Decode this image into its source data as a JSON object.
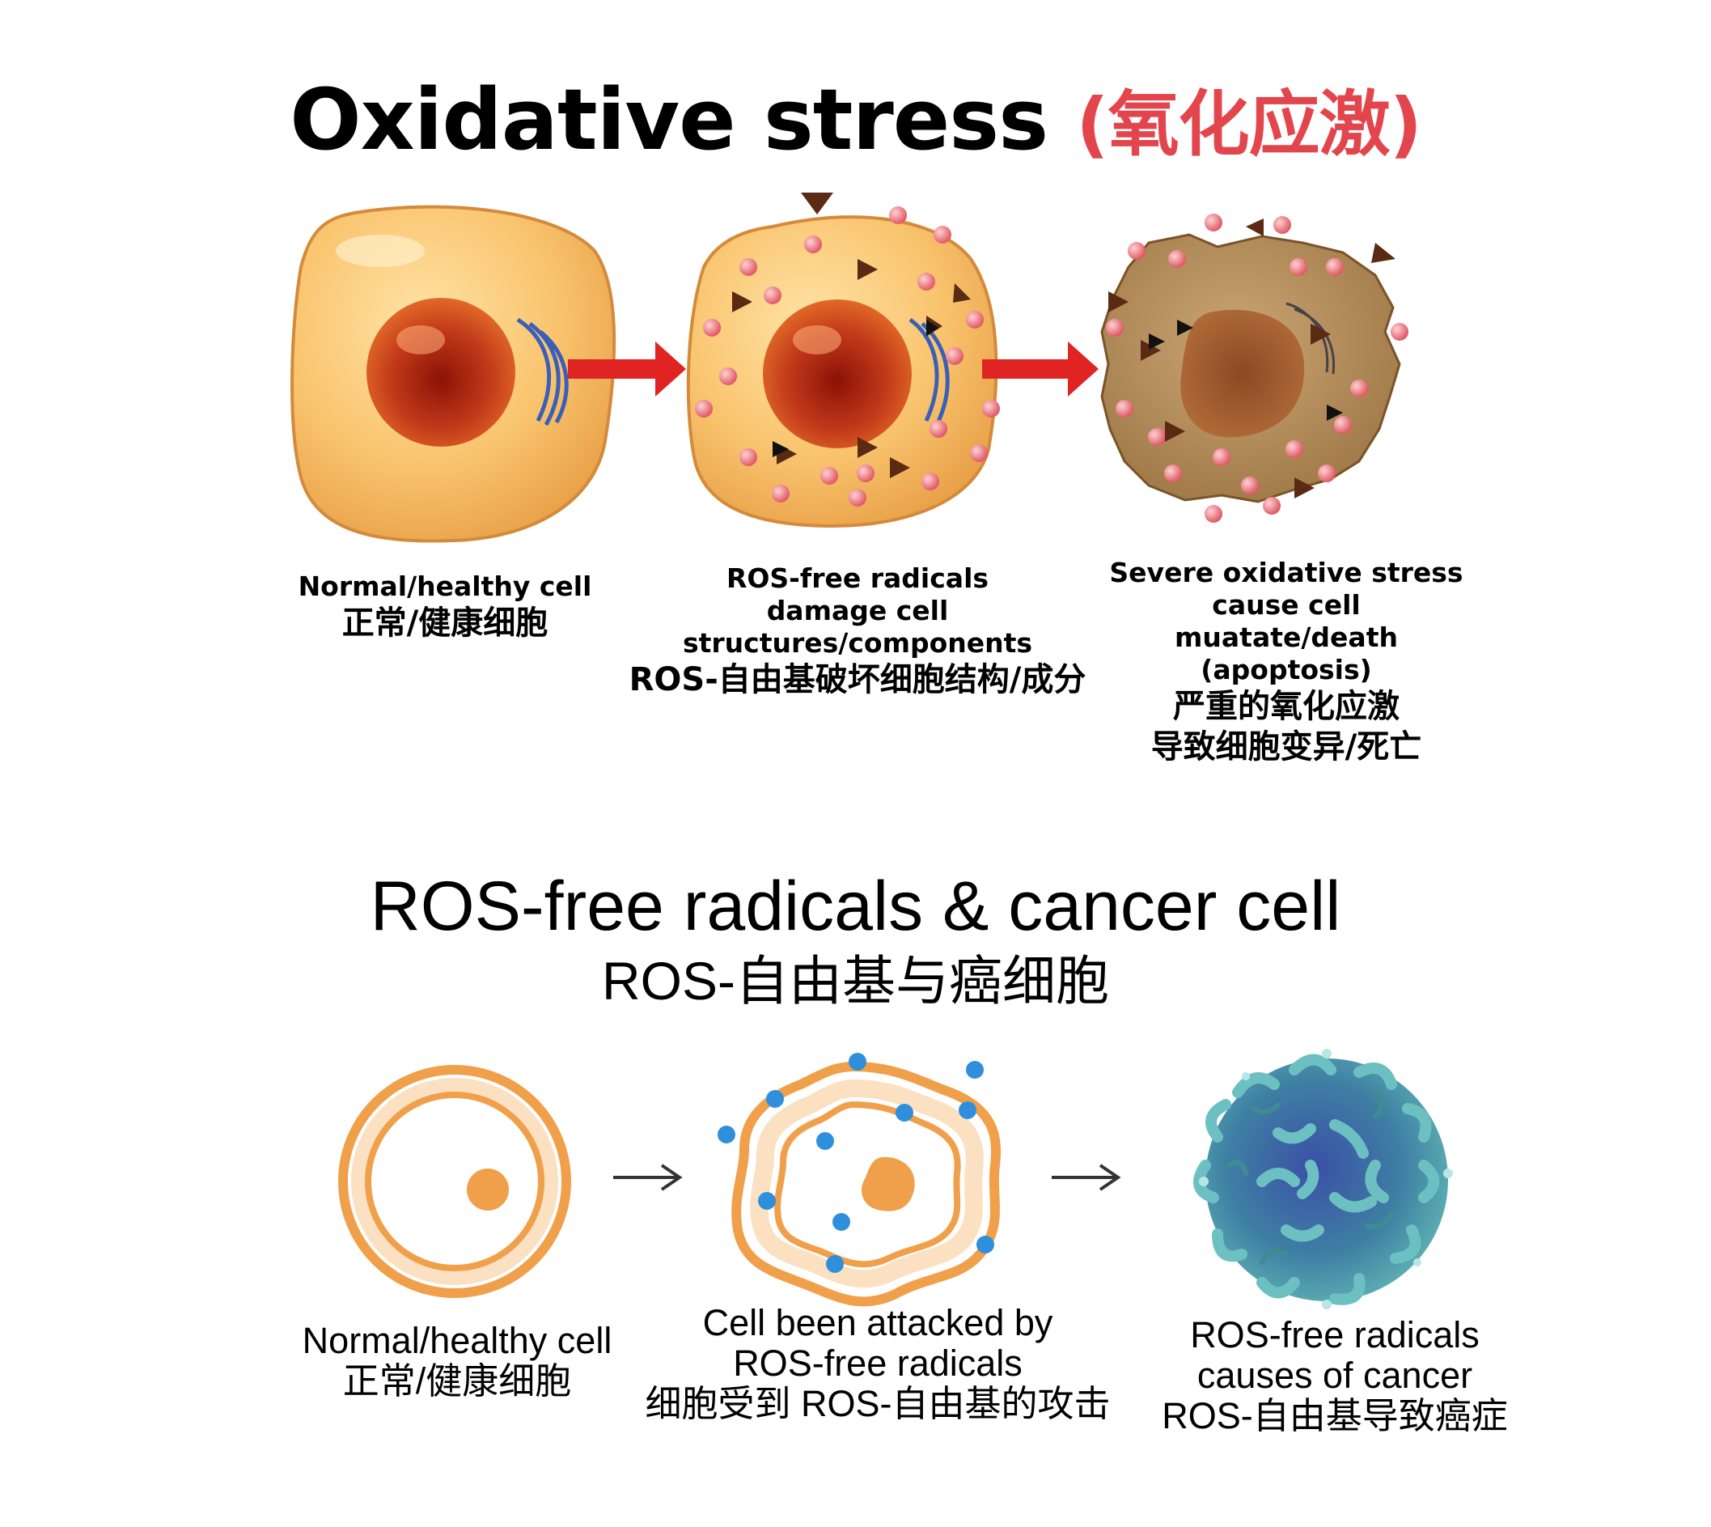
{
  "title_en": "Oxidative stress",
  "title_zh": "(氧化应激)",
  "stage1": {
    "caption_en": "Normal/healthy cell",
    "caption_zh": "正常/健康细胞"
  },
  "stage2": {
    "caption_en_1": "ROS-free radicals",
    "caption_en_2": "damage cell structures/components",
    "caption_zh": "ROS-自由基破坏细胞结构/成分"
  },
  "stage3": {
    "caption_en_1": "Severe oxidative stress",
    "caption_en_2": "cause cell muatate/death",
    "caption_en_3": "(apoptosis)",
    "caption_zh_1": "严重的氧化应激",
    "caption_zh_2": "导致细胞变异/死亡"
  },
  "section2_title": "ROS-free radicals & cancer cell",
  "section2_subtitle": "ROS-自由基与癌细胞",
  "b_stage1": {
    "caption_en": "Normal/healthy cell",
    "caption_zh": "正常/健康细胞"
  },
  "b_stage2": {
    "caption_en_1": "Cell been attacked by",
    "caption_en_2": "ROS-free radicals",
    "caption_zh": "细胞受到 ROS-自由基的攻击"
  },
  "b_stage3": {
    "caption_en_1": "ROS-free radicals",
    "caption_en_2": "causes of cancer",
    "caption_zh": "ROS-自由基导致癌症"
  },
  "colors": {
    "title_accent": "#e3454d",
    "cell_body": "#f9c46e",
    "nucleus": "#c2391a",
    "arrow_red": "#e02424",
    "radical_pink": "#e8707a",
    "triangle_brown": "#5a2a12",
    "dead_cell": "#b89160",
    "ring_orange": "#f0a04a",
    "radical_blue": "#2f8fdc",
    "cancer_teal": "#4fa3a8"
  }
}
